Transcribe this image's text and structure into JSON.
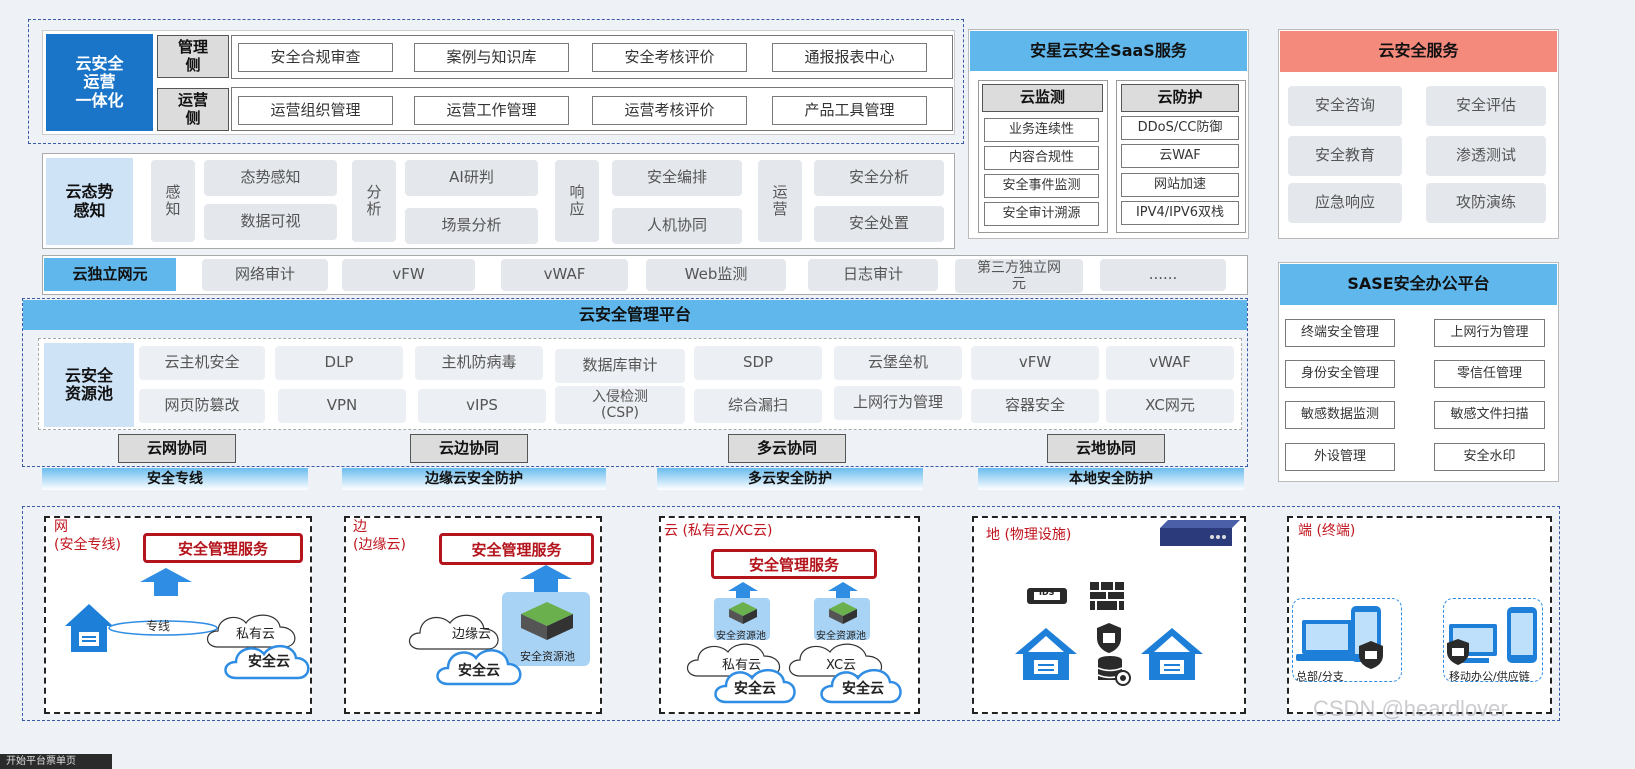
{
  "ops": {
    "title": "云安全\n运营\n一体化",
    "mgmt_label": "管理\n侧",
    "ops_label": "运营\n侧",
    "mgmt_items": [
      "安全合规审查",
      "案例与知识库",
      "安全考核评价",
      "通报报表中心"
    ],
    "ops_items": [
      "运营组织管理",
      "运营工作管理",
      "运营考核评价",
      "产品工具管理"
    ]
  },
  "situation": {
    "title": "云态势\n感知",
    "groups": [
      {
        "label": "感\n知",
        "items": [
          "态势感知",
          "数据可视"
        ]
      },
      {
        "label": "分\n析",
        "items": [
          "AI研判",
          "场景分析"
        ]
      },
      {
        "label": "响\n应",
        "items": [
          "安全编排",
          "人机协同"
        ]
      },
      {
        "label": "运\n营",
        "items": [
          "安全分析",
          "安全处置"
        ]
      }
    ]
  },
  "nfe": {
    "title": "云独立网元",
    "items": [
      "网络审计",
      "vFW",
      "vWAF",
      "Web监测",
      "日志审计",
      "第三方独立网\n元",
      "......"
    ]
  },
  "platform": {
    "title": "云安全管理平台",
    "pool_title": "云安全\n资源池",
    "row1": [
      "云主机安全",
      "DLP",
      "主机防病毒",
      "数据库审计",
      "SDP",
      "云堡垒机",
      "vFW",
      "vWAF"
    ],
    "row2": [
      "网页防篡改",
      "VPN",
      "vIPS",
      "入侵检测\n(CSP)",
      "综合漏扫",
      "上网行为管理",
      "容器安全",
      "XC网元"
    ],
    "collab": [
      "云网协同",
      "云边协同",
      "多云协同",
      "云地协同"
    ]
  },
  "bands": [
    "安全专线",
    "边缘云安全防护",
    "多云安全防护",
    "本地安全防护"
  ],
  "saas": {
    "title": "安星云安全SaaS服务",
    "monitor_title": "云监测",
    "protect_title": "云防护",
    "monitor": [
      "业务连续性",
      "内容合规性",
      "安全事件监测",
      "安全审计溯源"
    ],
    "protect": [
      "DDoS/CC防御",
      "云WAF",
      "网站加速",
      "IPV4/IPV6双栈"
    ]
  },
  "service": {
    "title": "云安全服务",
    "items": [
      "安全咨询",
      "安全评估",
      "安全教育",
      "渗透测试",
      "应急响应",
      "攻防演练"
    ]
  },
  "sase": {
    "title": "SASE安全办公平台",
    "items": [
      "终端安全管理",
      "上网行为管理",
      "身份安全管理",
      "零信任管理",
      "敏感数据监测",
      "敏感文件扫描",
      "外设管理",
      "安全水印"
    ]
  },
  "scenes": {
    "net": {
      "title": "网\n(安全专线)",
      "svc": "安全管理服务",
      "line": "专线",
      "private": "私有云",
      "safe": "安全云"
    },
    "edge": {
      "title": "边\n(边缘云)",
      "svc": "安全管理服务",
      "edge": "边缘云",
      "safe": "安全云",
      "pool": "安全资源池"
    },
    "cloud": {
      "title": "云 (私有云/XC云)",
      "svc": "安全管理服务",
      "pool1": "安全资源池",
      "pool2": "安全资源池",
      "private": "私有云",
      "xc": "XC云",
      "safe1": "安全云",
      "safe2": "安全云"
    },
    "ground": {
      "title": "地 (物理设施)",
      "ids": "IDS"
    },
    "end": {
      "title": "端 (终端)",
      "hq": "总部/分支",
      "mobile": "移动办公/供应链"
    }
  },
  "watermark": "CSDN @heardlover",
  "footer_tab": "开始平台票单页",
  "colors": {
    "blue": "#1a75c8",
    "lightblue": "#5fb7ec",
    "red": "#b4141c",
    "service_header": "#f48a7c"
  }
}
